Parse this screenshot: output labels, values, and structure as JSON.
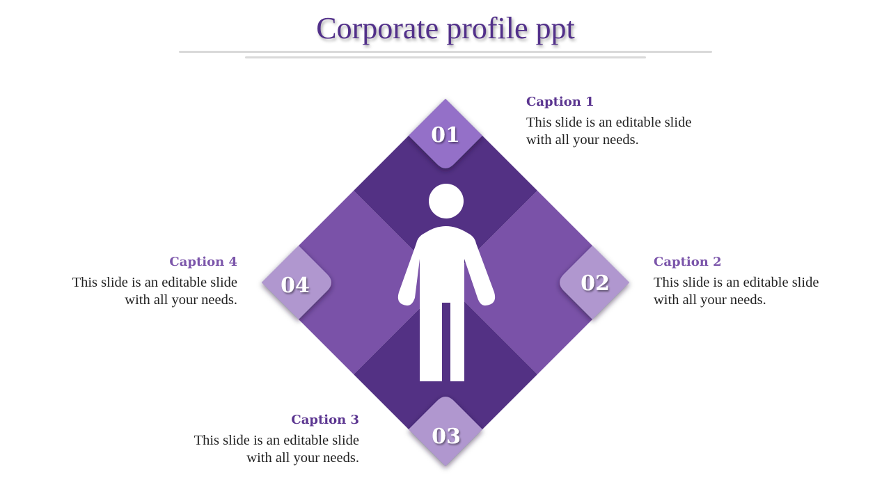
{
  "slide": {
    "title": "Corporate profile ppt"
  },
  "colors": {
    "title": "#52308a",
    "dark_quadrant": "#533184",
    "side_quadrant": "#7a52a8",
    "tab_primary": "#9470c8",
    "tab_secondary": "#b097cf",
    "caption_dark": "#5b3590",
    "caption_light": "#7b55aa",
    "rule": "#d9d9d9"
  },
  "center_icon": "person-icon",
  "tabs": [
    {
      "number": "01"
    },
    {
      "number": "02"
    },
    {
      "number": "03"
    },
    {
      "number": "04"
    }
  ],
  "captions": [
    {
      "heading": "Caption 1",
      "body": "This slide is an editable slide with all your needs.",
      "line1": "This slide is an editable slide",
      "line2": "with all your needs."
    },
    {
      "heading": "Caption 2",
      "body": "This slide is an editable slide with all your needs.",
      "line1": "This slide is an editable slide",
      "line2": "with all your needs."
    },
    {
      "heading": "Caption 3",
      "body": "This slide is an editable slide with all your needs.",
      "line1": "This slide is an editable slide",
      "line2": "with all your needs."
    },
    {
      "heading": "Caption 4",
      "body": "This slide is an editable slide with all your needs.",
      "line1": "This slide is an editable slide",
      "line2": "with all your needs."
    }
  ]
}
